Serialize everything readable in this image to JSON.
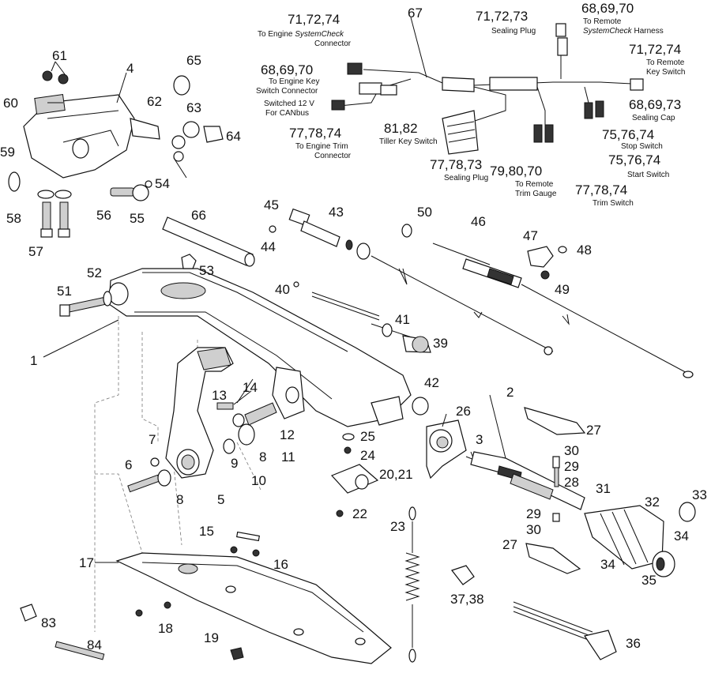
{
  "callouts": {
    "c1": "1",
    "c2": "2",
    "c3": "3",
    "c4": "4",
    "c5": "5",
    "c6": "6",
    "c7": "7",
    "c8a": "8",
    "c8b": "8",
    "c9": "9",
    "c10": "10",
    "c11": "11",
    "c12": "12",
    "c13": "13",
    "c14": "14",
    "c15": "15",
    "c16": "16",
    "c17": "17",
    "c18": "18",
    "c19": "19",
    "c20_21": "20,21",
    "c22": "22",
    "c23": "23",
    "c24": "24",
    "c25": "25",
    "c26": "26",
    "c27a": "27",
    "c27b": "27",
    "c28": "28",
    "c29a": "29",
    "c29b": "29",
    "c30a": "30",
    "c30b": "30",
    "c31": "31",
    "c32": "32",
    "c33": "33",
    "c34a": "34",
    "c34b": "34",
    "c35": "35",
    "c36": "36",
    "c37_38": "37,38",
    "c39": "39",
    "c40": "40",
    "c41": "41",
    "c42": "42",
    "c43": "43",
    "c44": "44",
    "c45": "45",
    "c46": "46",
    "c47": "47",
    "c48": "48",
    "c49": "49",
    "c50": "50",
    "c51": "51",
    "c52": "52",
    "c53": "53",
    "c54": "54",
    "c55": "55",
    "c56": "56",
    "c57": "57",
    "c58": "58",
    "c59": "59",
    "c60": "60",
    "c61": "61",
    "c62": "62",
    "c63": "63",
    "c64": "64",
    "c65": "65",
    "c66": "66",
    "c67": "67",
    "c83": "83",
    "c84": "84",
    "c81_82": "81,82"
  },
  "harness": {
    "engine_check": {
      "num": "71,72,74",
      "line1": "To Engine",
      "line1_italic": "SystemCheck",
      "line2": "Connector"
    },
    "engine_key": {
      "num": "68,69,70",
      "line1": "To Engine Key",
      "line2": "Switch Connector"
    },
    "canbus": {
      "line1": "Switched 12 V",
      "line2": "For CANbus"
    },
    "engine_trim": {
      "num": "77,78,74",
      "line1": "To Engine Trim",
      "line2": "Connector"
    },
    "sealing_plug_top": {
      "num": "71,72,73",
      "line1": "Sealing Plug"
    },
    "remote_check": {
      "num": "68,69,70",
      "line1": "To Remote",
      "line2_italic": "SystemCheck",
      "line2": "Harness"
    },
    "remote_key": {
      "num": "71,72,74",
      "line1": "To Remote",
      "line2": "Key Switch"
    },
    "sealing_cap": {
      "num": "68,69,73",
      "line1": "Sealing Cap"
    },
    "tiller_key": {
      "line1": "Tiller Key Switch"
    },
    "stop_switch": {
      "num": "75,76,74",
      "line1": "Stop Switch"
    },
    "start_switch": {
      "num": "75,76,74",
      "line1": "Start Switch"
    },
    "sealing_plug_bottom": {
      "num": "77,78,73",
      "line1": "Sealing Plug"
    },
    "trim_gauge": {
      "num": "79,80,70",
      "line1": "To Remote",
      "line2": "Trim Gauge"
    },
    "trim_switch": {
      "num": "77,78,74",
      "line1": "Trim Switch"
    }
  }
}
